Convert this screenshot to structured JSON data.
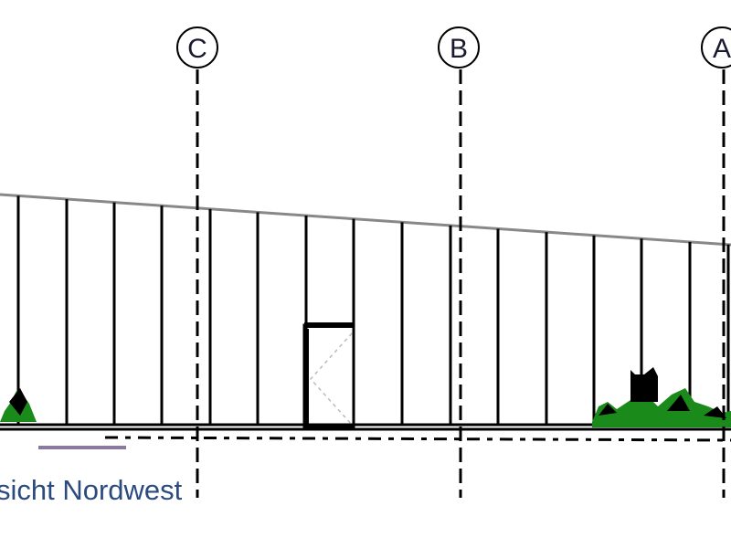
{
  "drawing": {
    "title": "sicht Nordwest",
    "grid_axes": [
      {
        "label": "C"
      },
      {
        "label": "B"
      },
      {
        "label": "A"
      }
    ],
    "colors": {
      "line": "#000000",
      "roof": "#808080",
      "vegetation": "#1a8a1a",
      "title": "#2a4a80"
    }
  }
}
